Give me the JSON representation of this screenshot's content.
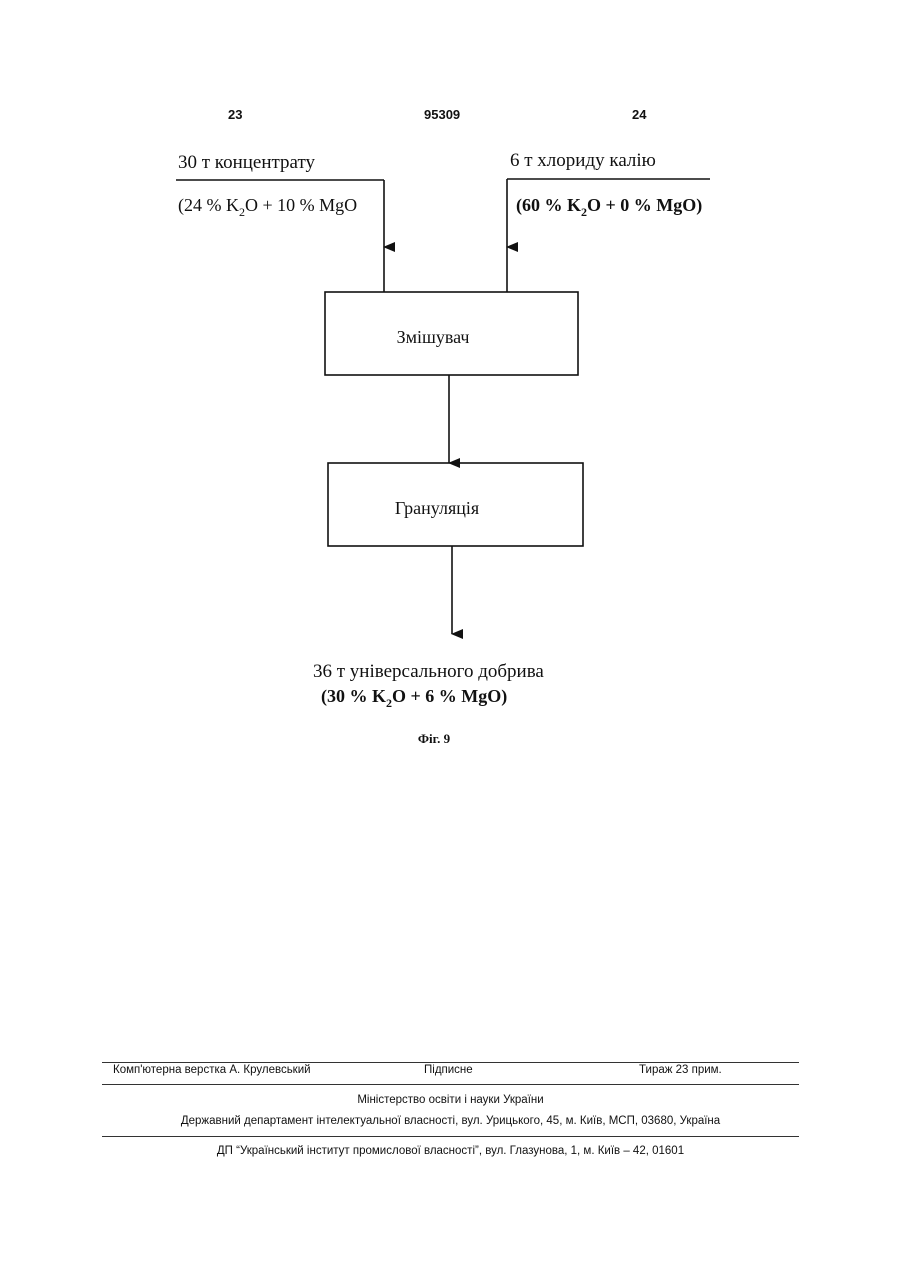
{
  "header": {
    "left_page": "23",
    "patent_number": "95309",
    "right_page": "24"
  },
  "diagram": {
    "input_left": {
      "line1": "30 т концентрату",
      "line2_pre": "(24 % K",
      "line2_sub": "2",
      "line2_post": "O + 10 % MgO"
    },
    "input_right": {
      "line1": "6 т хлориду калію",
      "line2_pre": "(60 % K",
      "line2_sub": "2",
      "line2_post": "O + 0 % MgO)"
    },
    "mixer_label": "Змішувач",
    "granulation_label": "Грануляція",
    "output": {
      "line1": "36 т універсального добрива",
      "line2_pre": "(30 % K",
      "line2_sub": "2",
      "line2_post": "O + 6 % MgO)"
    },
    "caption": "Фіг. 9"
  },
  "footer": {
    "typesetter": "Комп'ютерна верстка А. Крулевський",
    "signed": "Підписне",
    "circulation": "Тираж 23 прим.",
    "ministry": "Міністерство освіти і науки України",
    "department": "Державний департамент інтелектуальної власності, вул. Урицького, 45, м. Київ, МСП, 03680, Україна",
    "institute": "ДП “Український інститут промислової власності”, вул. Глазунова, 1, м. Київ – 42, 01601"
  }
}
